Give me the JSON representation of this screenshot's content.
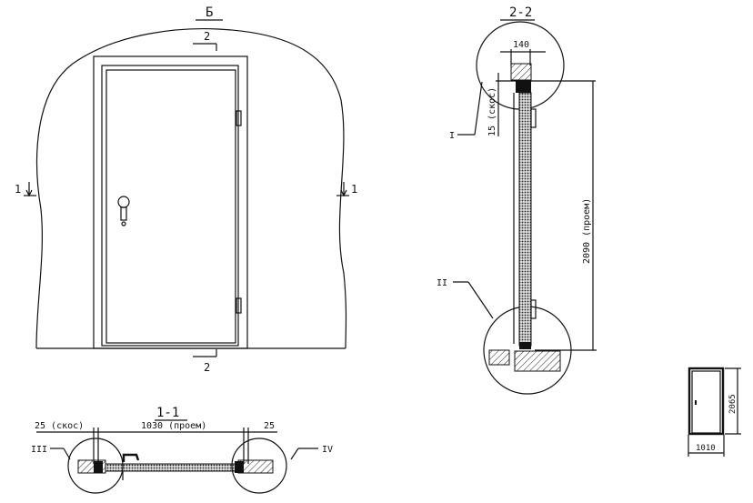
{
  "view_b": {
    "title": "Б",
    "section_mark_top": "2",
    "section_mark_bottom": "2",
    "section_mark_left": "1",
    "section_mark_right": "1"
  },
  "section_1_1": {
    "title": "1-1",
    "dim_left": "25 (скос)",
    "dim_center": "1030 (проем)",
    "dim_right": "25",
    "callout_left": "III",
    "callout_right": "IV"
  },
  "section_2_2": {
    "title": "2-2",
    "dim_top": "140",
    "dim_bevel": "15 (скос)",
    "dim_height": "2090 (проем)",
    "callout_top": "I",
    "callout_bottom": "II"
  },
  "thumbnail": {
    "dim_height": "2065",
    "dim_width": "1010"
  }
}
